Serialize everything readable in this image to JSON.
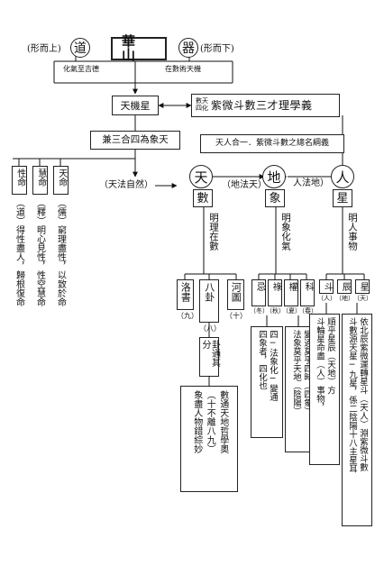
{
  "header": {
    "left_note": "(形而上)",
    "dao": "道",
    "title": "華山",
    "qi": "器",
    "right_note": "(形而下)",
    "sub_left": "化氣至吉德",
    "sub_right": "在數術天機"
  },
  "tianji": "天機星",
  "main_title": {
    "small_top": "數天",
    "small_bottom": "四化",
    "text": "紫微斗數三才理學義"
  },
  "sanhe": "兼三合四為象天",
  "tianren": "天人合一．紫微斗數之總名綱義",
  "left_cols": [
    "性命",
    "慧命",
    "天命"
  ],
  "left_texts": [
    "（道）得性盡人，歸根復命",
    "（釋）明心見性，性空慧命",
    "（儒）窮理盡性，以致於命"
  ],
  "tianfa": "（天法自然）",
  "difa": "（地法天）",
  "renfa": "人法地）",
  "tian": "天",
  "di": "地",
  "ren": "人",
  "shu": "數",
  "xiang": "象",
  "xing": "星",
  "mid_texts": [
    "明理在數",
    "明象化氣",
    "明人事物"
  ],
  "shu_boxes": [
    "洛書",
    "八卦",
    "河圖"
  ],
  "shu_nums": [
    "（九）",
    "（八）",
    "（十）"
  ],
  "xiang_boxes": [
    "忌",
    "祿",
    "權",
    "科"
  ],
  "xiang_seasons": [
    "（冬）",
    "（秋）",
    "（夏）",
    "（春）"
  ],
  "xing_boxes": [
    "斗",
    "辰",
    "星"
  ],
  "xing_sub": [
    "（人）",
    "（地）",
    "（天）"
  ],
  "shu_detail": "卦通其分",
  "shu_bottom": [
    "數通天地哲學奧",
    "（十不離八九）",
    "象盡人物錯綜妙"
  ],
  "xiang_bottom": [
    "四─法象化─變通",
    "四象者，四化也",
    "變通莫乎四時（四象）",
    "法象莫乎天地（陰陽）"
  ],
  "xing_bottom": [
    "順乎星辰（天地）方",
    "斗輪星命盡（人）事物，",
    "依北辰紫微運轉星斗（天人）淵紫微斗數",
    "斗數源天星─九星，係二陰陽十八主星耳"
  ]
}
